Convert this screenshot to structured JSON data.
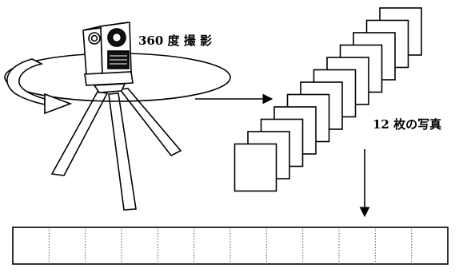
{
  "labels": {
    "panorama_caption": "360 度 撮 影",
    "photos_caption": "12 枚の写真"
  },
  "photo_count": 12,
  "strip_segment_count": 12,
  "colors": {
    "ink": "#000000",
    "paper": "#ffffff",
    "dotted_divider": "#555555"
  }
}
